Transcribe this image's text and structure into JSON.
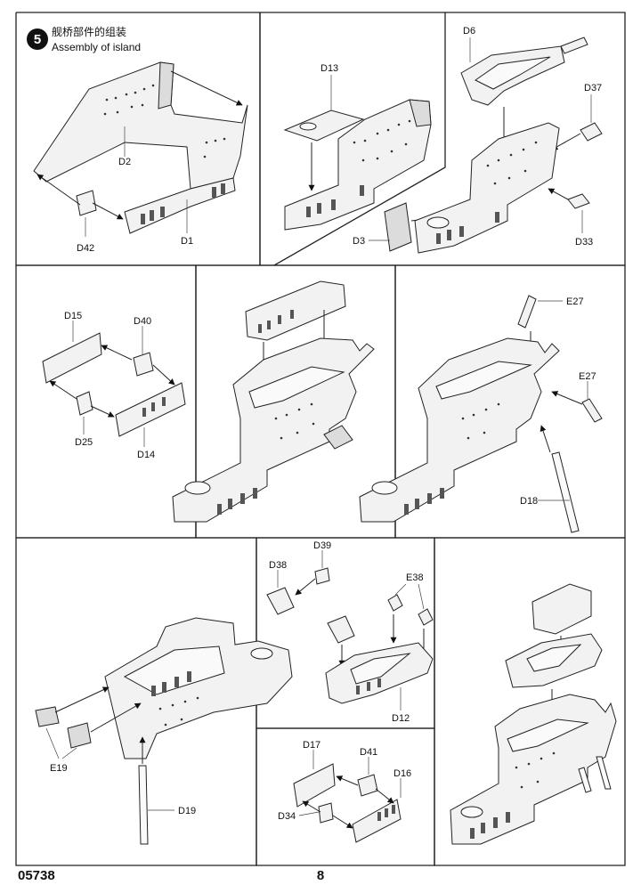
{
  "step": {
    "number": "5",
    "title_cn": "舰桥部件的组装",
    "title_en": "Assembly of island"
  },
  "labels": {
    "p1_d2": "D2",
    "p1_d42": "D42",
    "p1_d1": "D1",
    "p2_d13": "D13",
    "p3_d6": "D6",
    "p3_d37": "D37",
    "p3_d3": "D3",
    "p3_d33": "D33",
    "p4_d15": "D15",
    "p4_d40": "D40",
    "p4_d25": "D25",
    "p4_d14": "D14",
    "p6_e27a": "E27",
    "p6_e27b": "E27",
    "p6_d18": "D18",
    "p7_e19": "E19",
    "p7_d19": "D19",
    "p8_d38": "D38",
    "p8_d39": "D39",
    "p8_e38": "E38",
    "p8_d12": "D12",
    "p9_d17": "D17",
    "p9_d41": "D41",
    "p9_d16": "D16",
    "p9_d34": "D34"
  },
  "footer": {
    "kit_number": "05738",
    "page_number": "8"
  }
}
